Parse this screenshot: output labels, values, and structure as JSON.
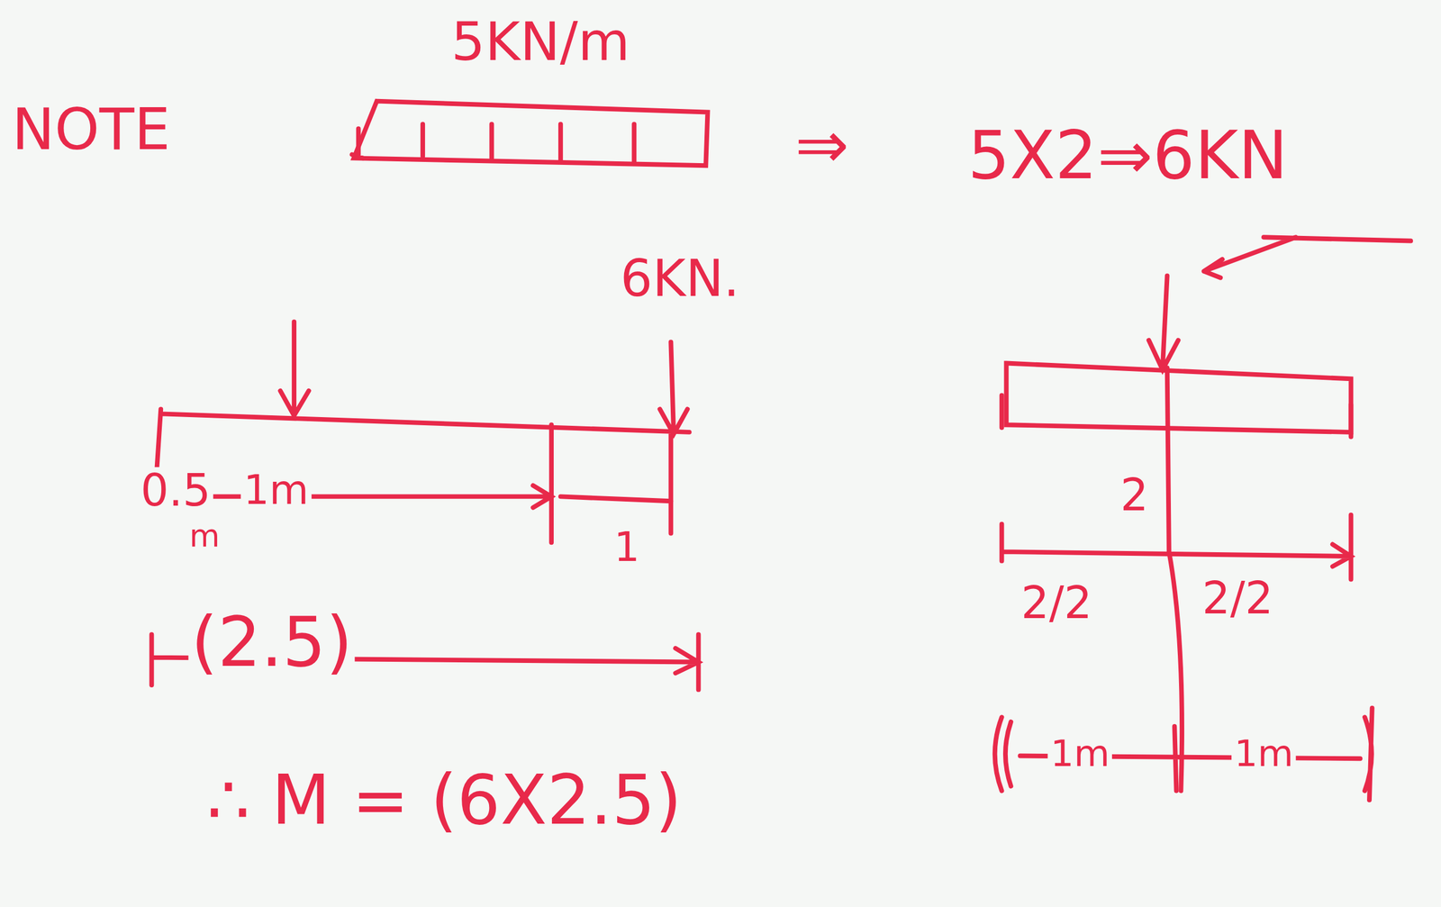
{
  "diagram": {
    "labels": [
      "NOTE",
      "5KN/m",
      "⇒",
      "5X2⇒6KN",
      "6KN.",
      "0.5",
      "m",
      "1m",
      "1",
      "(2.5)",
      "∴ M = (6X2.5)",
      "2",
      "2/2",
      "2/2",
      "1m",
      "1m"
    ]
  }
}
